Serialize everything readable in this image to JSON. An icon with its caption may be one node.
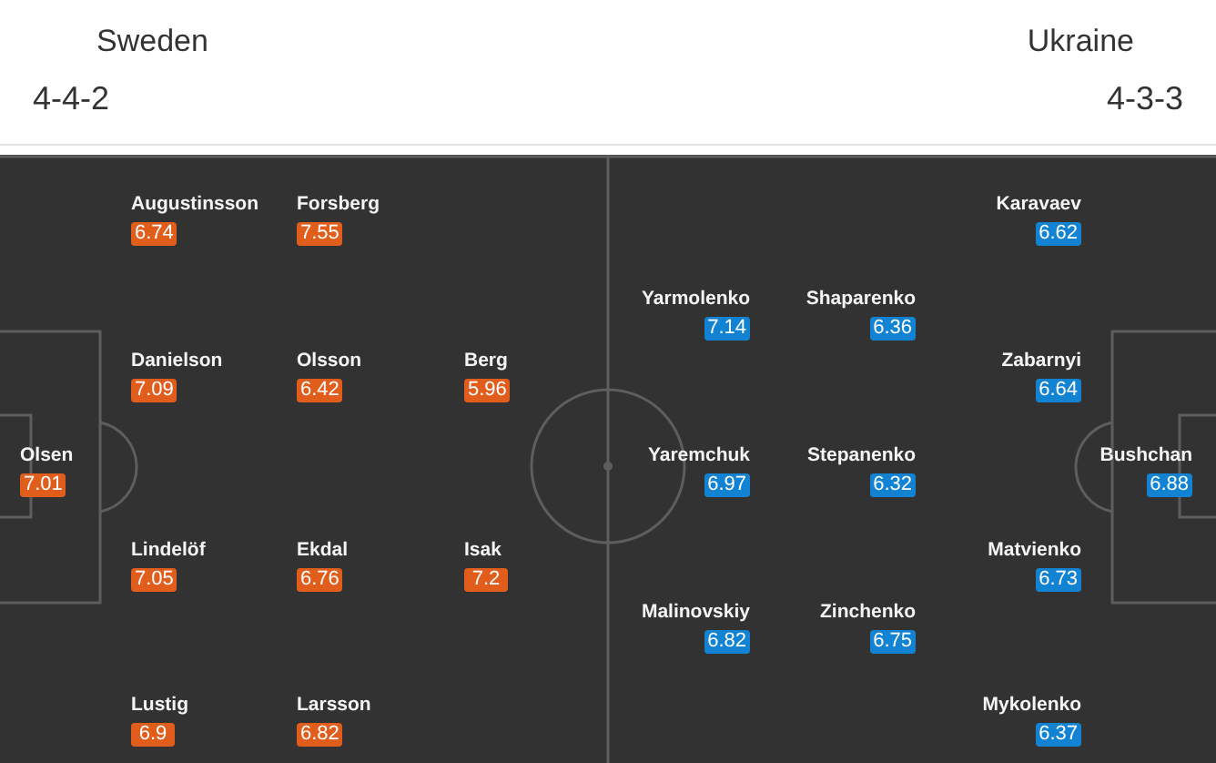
{
  "diagram": {
    "nodes": [
      {
        "text": [
          "6.74"
        ],
        "beside": [
          "Augustinsson"
        ]
      },
      {
        "text": [
          "7.55"
        ],
        "beside": [
          "Forsberg"
        ]
      },
      {
        "text": [
          "6.62"
        ],
        "beside": [
          "Karavaev"
        ]
      },
      {
        "text": [
          "7.14"
        ],
        "beside": [
          "Yarmolenko"
        ]
      },
      {
        "text": [
          "6.36"
        ],
        "beside": [
          "Shaparenko"
        ]
      },
      {
        "text": [
          "7.09"
        ],
        "beside": [
          "Danielson"
        ]
      },
      {
        "text": [
          "6.42"
        ],
        "beside": [
          "Olsson"
        ]
      },
      {
        "text": [
          "5.96"
        ],
        "beside": [
          "Berg"
        ]
      },
      {
        "text": [
          "6.64"
        ],
        "beside": [
          "Zabarnyi"
        ]
      },
      {
        "text": [
          "7.01"
        ],
        "beside": [
          "Olsen"
        ]
      },
      {
        "text": [
          "6.97"
        ],
        "beside": [
          "Yaremchuk"
        ]
      },
      {
        "text": [
          "6.32"
        ],
        "beside": [
          "Stepanenko"
        ]
      },
      {
        "text": [
          "6.88"
        ],
        "beside": [
          "Bushchan"
        ]
      },
      {
        "text": [
          "7.05"
        ],
        "beside": [
          "Lindelöf"
        ]
      },
      {
        "text": [
          "6.76"
        ],
        "beside": [
          "Ekdal"
        ]
      },
      {
        "text": [
          "7.2"
        ],
        "beside": [
          "Isak"
        ]
      },
      {
        "text": [
          "6.73"
        ],
        "beside": [
          "Matvienko"
        ]
      },
      {
        "text": [
          "6.82"
        ],
        "beside": [
          "Malinovskiy"
        ]
      },
      {
        "text": [
          "6.75"
        ],
        "beside": [
          "Zinchenko"
        ]
      },
      {
        "text": [
          "6.9"
        ],
        "beside": [
          "Lustig"
        ]
      },
      {
        "text": [
          "6.82"
        ],
        "beside": [
          "Larsson"
        ]
      },
      {
        "text": [
          "6.37"
        ],
        "beside": [
          "Mykolenko"
        ]
      }
    ],
    "labels": [
      "Sweden",
      "Ukraine",
      "4-4-2",
      "4-3-3"
    ]
  }
}
